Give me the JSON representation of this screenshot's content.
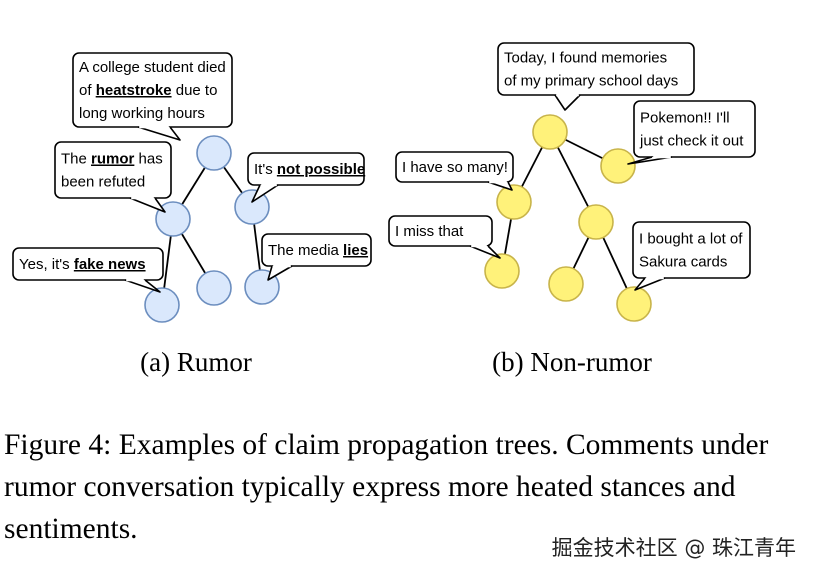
{
  "rumor": {
    "comments": [
      {
        "lines": [
          [
            {
              "t": "A college student died"
            }
          ],
          [
            {
              "t": "of "
            },
            {
              "t": "heatstroke",
              "e": true
            },
            {
              "t": " due to"
            }
          ],
          [
            {
              "t": "long working hours"
            }
          ]
        ]
      },
      {
        "lines": [
          [
            {
              "t": "The "
            },
            {
              "t": "rumor",
              "e": true
            },
            {
              "t": " has"
            }
          ],
          [
            {
              "t": "been refuted"
            }
          ]
        ]
      },
      {
        "lines": [
          [
            {
              "t": "It's "
            },
            {
              "t": "not possible",
              "e": true
            }
          ]
        ]
      },
      {
        "lines": [
          [
            {
              "t": "Yes, it's "
            },
            {
              "t": "fake news",
              "e": true
            }
          ]
        ]
      },
      {
        "lines": [
          [
            {
              "t": "The media "
            },
            {
              "t": "lies",
              "e": true
            }
          ]
        ]
      }
    ],
    "node_color": "#dae8fc",
    "node_stroke": "#6c8ebf",
    "subcaption": "(a)  Rumor"
  },
  "nonrumor": {
    "comments": [
      {
        "lines": [
          [
            {
              "t": "Today, I found memories"
            }
          ],
          [
            {
              "t": "of my primary school days"
            }
          ]
        ]
      },
      {
        "lines": [
          [
            {
              "t": "Pokemon!! I'll"
            }
          ],
          [
            {
              "t": "just check it out"
            }
          ]
        ]
      },
      {
        "lines": [
          [
            {
              "t": "I have so many!"
            }
          ]
        ]
      },
      {
        "lines": [
          [
            {
              "t": "I miss that"
            }
          ]
        ]
      },
      {
        "lines": [
          [
            {
              "t": "I bought a lot of"
            }
          ],
          [
            {
              "t": "Sakura cards"
            }
          ]
        ]
      }
    ],
    "node_color": "#fff27a",
    "node_stroke": "#c8b44a",
    "subcaption": "(b)  Non-rumor"
  },
  "caption": "Figure 4: Examples of claim propagation trees. Comments under rumor conversation typically express more heated stances and sentiments.",
  "watermark": "掘金技术社区 @ 珠江青年"
}
